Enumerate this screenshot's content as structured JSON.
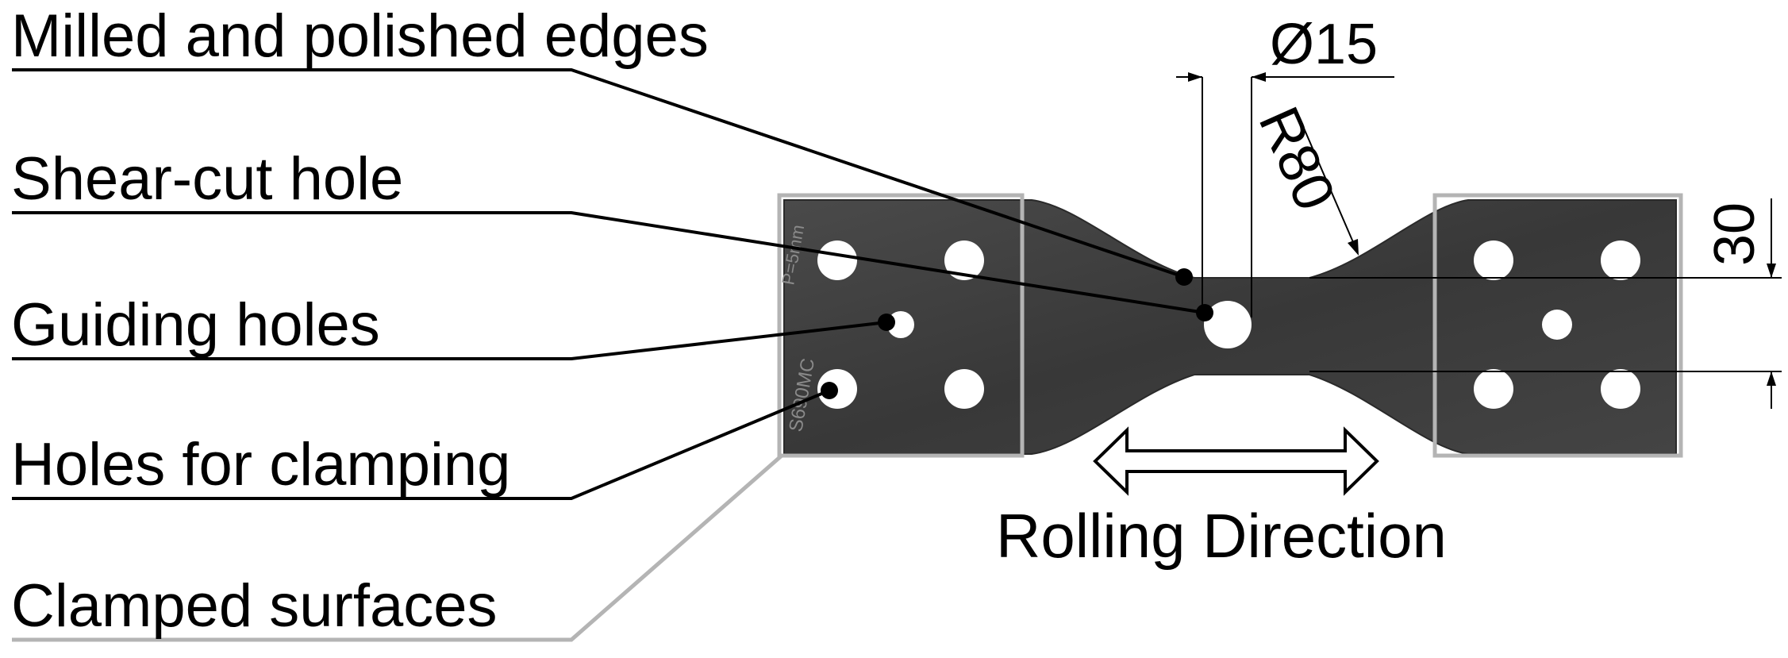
{
  "labels": {
    "milled_edges": "Milled and polished edges",
    "shear_cut_hole": "Shear-cut hole",
    "guiding_holes": "Guiding holes",
    "clamping_holes": "Holes for clamping",
    "clamped_surfaces": "Clamped surfaces"
  },
  "dimensions": {
    "diameter": "Ø15",
    "radius": "R80",
    "width": "30"
  },
  "rolling_direction": "Rolling Direction",
  "engraving": {
    "top": "P=5mm",
    "bottom": "S690MC"
  },
  "colors": {
    "specimen": "#3e3e3e",
    "clamp_outline": "#b4b4b4",
    "ink": "#000000",
    "hole": "#ffffff"
  }
}
